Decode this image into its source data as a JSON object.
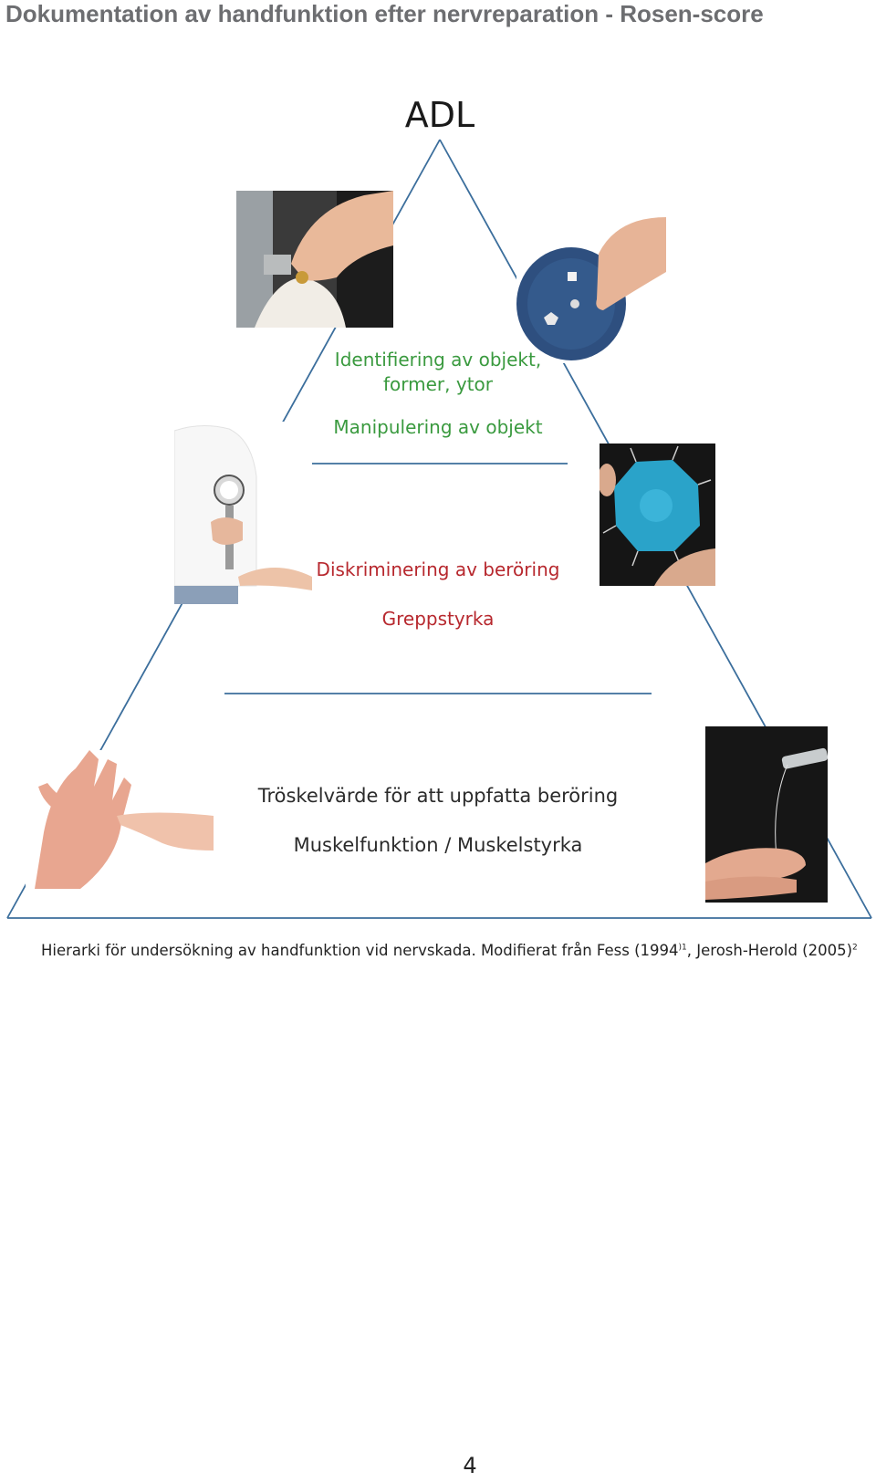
{
  "header": {
    "title": "Dokumentation av handfunktion efter nervreparation - Rosen-score"
  },
  "pyramid": {
    "apex": "ADL",
    "top_tier": [
      "Identifiering av objekt,",
      "former, ytor",
      "Manipulering av objekt"
    ],
    "middle_tier": [
      "Diskriminering av beröring",
      "Greppstyrka"
    ],
    "bottom_tier": [
      "Tröskelvärde för att uppfatta beröring",
      "Muskelfunktion / Muskelstyrka"
    ]
  },
  "caption": {
    "text": "Hierarki för undersökning av handfunktion vid nervskada. Modifierat från Fess (1994",
    "sup1": ")1",
    "mid": ", Jerosh-Herold (2005)",
    "sup2": "2"
  },
  "page_number": "4",
  "colors": {
    "pyramid_line": "#3b6e9c",
    "green_text": "#3a9a3f",
    "red_text": "#b7282e",
    "header_gray": "#6d6e71"
  },
  "photos": [
    "hand-picking-coin-photo",
    "shape-board-photo",
    "dynamometer-photo",
    "two-point-discriminator-photo",
    "hand-touch-test-photo",
    "monofilament-photo"
  ]
}
